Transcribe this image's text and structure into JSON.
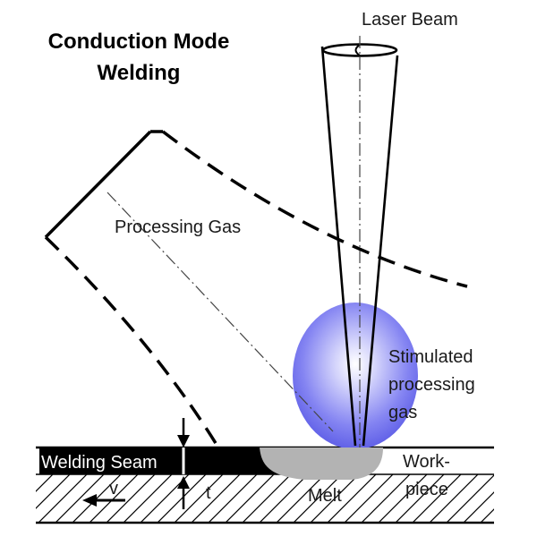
{
  "title": {
    "line1": "Conduction Mode",
    "line2": "Welding"
  },
  "labels": {
    "laser_beam": "Laser Beam",
    "processing_gas": "Processing Gas",
    "stimulated_line1": "Stimulated",
    "stimulated_line2": "processing",
    "stimulated_line3": "gas",
    "welding_seam": "Welding Seam",
    "workpiece_line1": "Work-",
    "workpiece_line2": "piece",
    "melt": "Melt",
    "velocity": "v",
    "thickness": "t"
  },
  "colors": {
    "plasma": "#6f6ff0",
    "melt": "#b3b3b3",
    "seam": "#000000",
    "outline": "#000000"
  }
}
